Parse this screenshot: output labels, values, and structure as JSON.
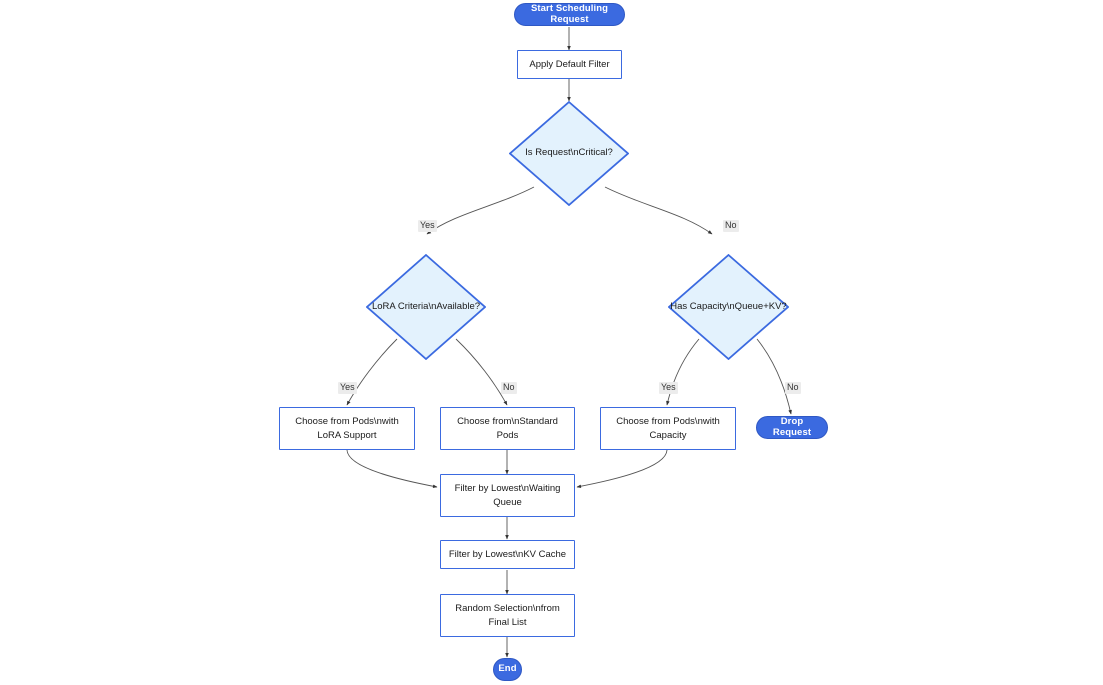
{
  "diagram": {
    "title": "Scheduling Request Flowchart",
    "type": "flowchart",
    "direction": "top-down",
    "colors": {
      "terminal_fill": "#3b6ae0",
      "terminal_text": "#ffffff",
      "process_fill": "#ffffff",
      "process_border": "#3b6ae0",
      "process_text": "#1a1a1a",
      "decision_fill": "#e3f2fd",
      "decision_border": "#3b6ae0",
      "edge_stroke": "#4a4a4a",
      "edge_label_bg": "#ececec",
      "background": "#ffffff"
    }
  },
  "nodes": {
    "start": {
      "label": "Start Scheduling Request",
      "shape": "pill"
    },
    "apply_default_filter": {
      "label": "Apply Default Filter",
      "shape": "rect"
    },
    "is_request_critical": {
      "label": "Is Request\\nCritical?",
      "shape": "diamond"
    },
    "lora_criteria_available": {
      "label": "LoRA Criteria\\nAvailable?",
      "shape": "diamond"
    },
    "has_capacity": {
      "label": "Has Capacity\\nQueue+KV?",
      "shape": "diamond"
    },
    "choose_lora_pods": {
      "label": "Choose from Pods\\nwith LoRA Support",
      "shape": "rect"
    },
    "choose_standard_pods": {
      "label": "Choose from\\nStandard Pods",
      "shape": "rect"
    },
    "choose_capacity_pods": {
      "label": "Choose from Pods\\nwith Capacity",
      "shape": "rect"
    },
    "drop_request": {
      "label": "Drop Request",
      "shape": "pill"
    },
    "filter_waiting_queue": {
      "label": "Filter by Lowest\\nWaiting Queue",
      "shape": "rect"
    },
    "filter_kv_cache": {
      "label": "Filter by Lowest\\nKV Cache",
      "shape": "rect"
    },
    "random_selection": {
      "label": "Random Selection\\nfrom Final List",
      "shape": "rect"
    },
    "end": {
      "label": "End",
      "shape": "pill"
    }
  },
  "edge_labels": {
    "critical_yes": "Yes",
    "critical_no": "No",
    "lora_yes": "Yes",
    "lora_no": "No",
    "capacity_yes": "Yes",
    "capacity_no": "No"
  },
  "edges": [
    {
      "from": "start",
      "to": "apply_default_filter",
      "label": ""
    },
    {
      "from": "apply_default_filter",
      "to": "is_request_critical",
      "label": ""
    },
    {
      "from": "is_request_critical",
      "to": "lora_criteria_available",
      "label": "Yes"
    },
    {
      "from": "is_request_critical",
      "to": "has_capacity",
      "label": "No"
    },
    {
      "from": "lora_criteria_available",
      "to": "choose_lora_pods",
      "label": "Yes"
    },
    {
      "from": "lora_criteria_available",
      "to": "choose_standard_pods",
      "label": "No"
    },
    {
      "from": "has_capacity",
      "to": "choose_capacity_pods",
      "label": "Yes"
    },
    {
      "from": "has_capacity",
      "to": "drop_request",
      "label": "No"
    },
    {
      "from": "choose_lora_pods",
      "to": "filter_waiting_queue",
      "label": ""
    },
    {
      "from": "choose_standard_pods",
      "to": "filter_waiting_queue",
      "label": ""
    },
    {
      "from": "choose_capacity_pods",
      "to": "filter_waiting_queue",
      "label": ""
    },
    {
      "from": "filter_waiting_queue",
      "to": "filter_kv_cache",
      "label": ""
    },
    {
      "from": "filter_kv_cache",
      "to": "random_selection",
      "label": ""
    },
    {
      "from": "random_selection",
      "to": "end",
      "label": ""
    }
  ]
}
